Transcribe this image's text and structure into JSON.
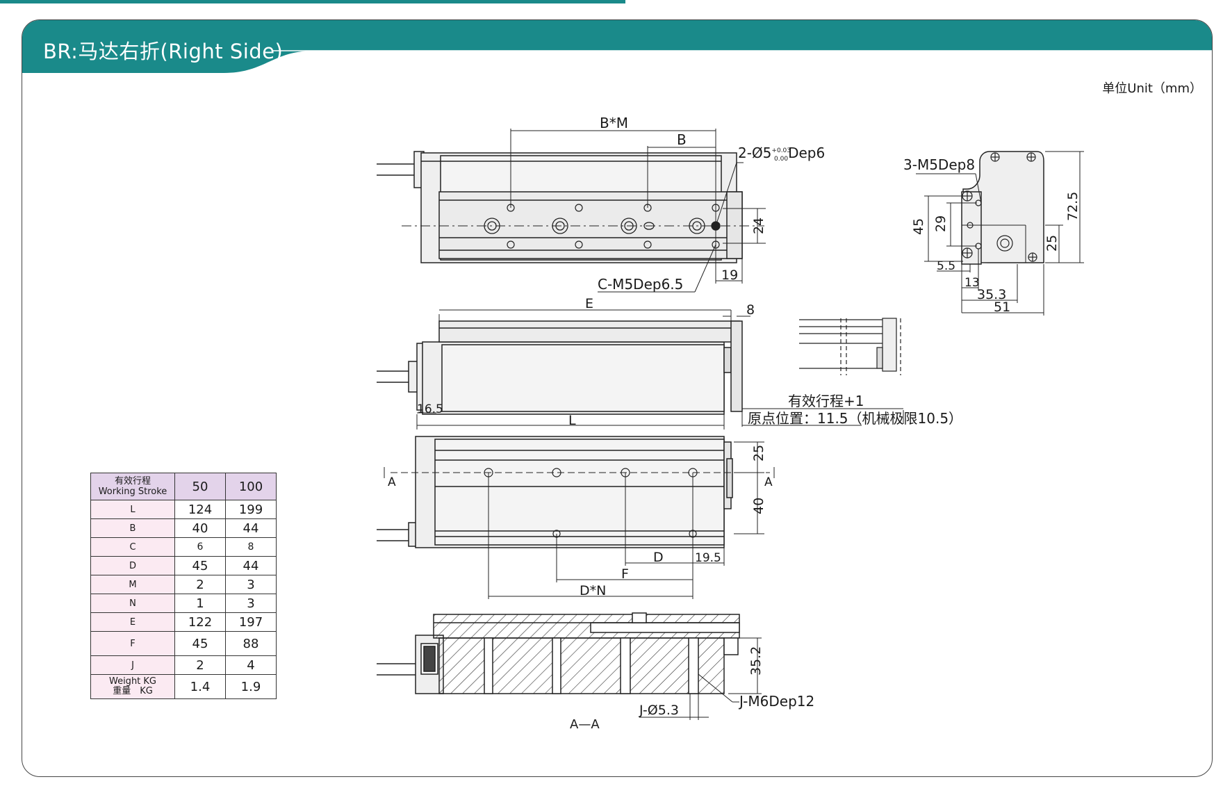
{
  "header": {
    "title": "BR:马达右折(Right Side)",
    "unit_label": "单位Unit（mm）",
    "accent_color": "#1a8a8a"
  },
  "dimensions": {
    "bm": "B*M",
    "b": "B",
    "hole_prefix": "2-Ø5",
    "hole_tol_upper": "+0.03",
    "hole_tol_lower": "0.00",
    "hole_suffix": "Dep6",
    "c_m5": "C-M5Dep6.5",
    "d24": "24",
    "d19": "19",
    "e": "E",
    "d8": "8",
    "d16_5": "16.5",
    "l": "L",
    "stroke_note": "有效行程+1",
    "origin_note": "原点位置：11.5（机械极限10.5）",
    "d25": "25",
    "d40": "40",
    "a_left": "A",
    "a_right": "A",
    "d_label": "D",
    "d19_5": "19.5",
    "f": "F",
    "dn": "D*N",
    "d35_2": "35.2",
    "j_hole": "J-Ø5.3",
    "j_m6": "J-M6Dep12",
    "section": "A—A",
    "m5dep8": "3-M5Dep8",
    "d45": "45",
    "d29": "29",
    "d72_5": "72.5",
    "d25b": "25",
    "d5_5": "5.5",
    "d13": "13",
    "d35_3": "35.3",
    "d51": "51"
  },
  "table": {
    "head_label_cn": "有效行程",
    "head_label_en": "Working Stroke",
    "strokes": [
      "50",
      "100"
    ],
    "rows": [
      {
        "key": "L",
        "values": [
          "124",
          "199"
        ]
      },
      {
        "key": "B",
        "values": [
          "40",
          "44"
        ]
      },
      {
        "key": "C",
        "values": [
          "6",
          "8"
        ]
      },
      {
        "key": "D",
        "values": [
          "45",
          "44"
        ]
      },
      {
        "key": "M",
        "values": [
          "2",
          "3"
        ]
      },
      {
        "key": "N",
        "values": [
          "1",
          "3"
        ]
      },
      {
        "key": "E",
        "values": [
          "122",
          "197"
        ]
      },
      {
        "key": "F",
        "values": [
          "45",
          "88"
        ]
      },
      {
        "key": "J",
        "values": [
          "2",
          "4"
        ]
      }
    ],
    "weight_en": "Weight KG",
    "weight_cn": "重量　KG",
    "weight_values": [
      "1.4",
      "1.9"
    ]
  }
}
